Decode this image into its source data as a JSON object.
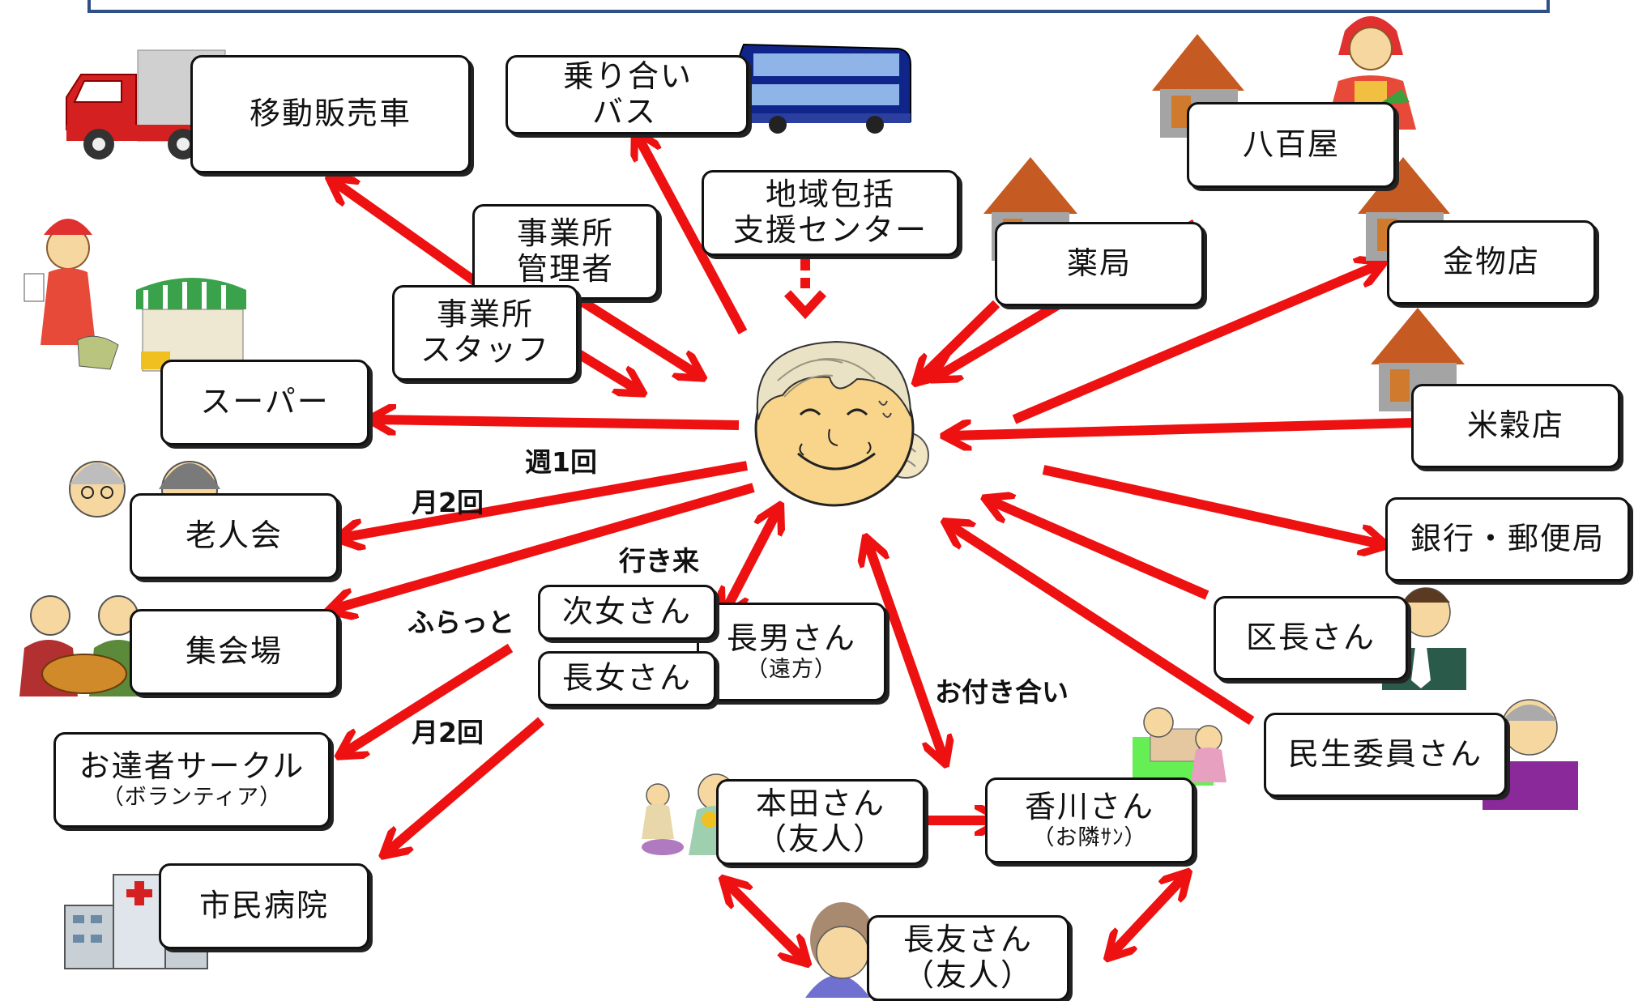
{
  "nodes": {
    "mobile_shop": {
      "label": "移動販売車"
    },
    "bus": {
      "label": "乗り合い",
      "label2": "バス"
    },
    "office_manager": {
      "label": "事業所",
      "label2": "管理者"
    },
    "office_staff": {
      "label": "事業所",
      "label2": "スタッフ"
    },
    "regional_center": {
      "label": "地域包括",
      "label2": "支援センター"
    },
    "supermarket": {
      "label": "スーパー"
    },
    "elderly_club": {
      "label": "老人会"
    },
    "meeting_hall": {
      "label": "集会場"
    },
    "circle": {
      "label": "お達者サークル",
      "sub": "（ボランティア）"
    },
    "hospital": {
      "label": "市民病院"
    },
    "second_daughter": {
      "label": "次女さん"
    },
    "eldest_daughter": {
      "label": "長女さん"
    },
    "eldest_son": {
      "label": "長男さん",
      "sub": "（遠方）"
    },
    "honda": {
      "label": "本田さん",
      "label2": "（友人）"
    },
    "kagawa": {
      "label": "香川さん",
      "sub": "（お隣ｻﾝ）"
    },
    "chouyu": {
      "label": "長友さん",
      "label2": "（友人）"
    },
    "greengrocer": {
      "label": "八百屋"
    },
    "pharmacy": {
      "label": "薬局"
    },
    "hardware": {
      "label": "金物店"
    },
    "rice_shop": {
      "label": "米穀店"
    },
    "bank": {
      "label": "銀行・郵便局"
    },
    "district_head": {
      "label": "区長さん"
    },
    "welfare_commissioner": {
      "label": "民生委員さん"
    }
  },
  "annotations": {
    "weekly": "週1回",
    "monthly_club": "月2回",
    "visits": "行き来",
    "drop_in": "ふらっと",
    "monthly_circle": "月2回",
    "association": "お付き合い"
  },
  "colors": {
    "arrow": "#ee1111",
    "frame": "#2f4f86"
  }
}
